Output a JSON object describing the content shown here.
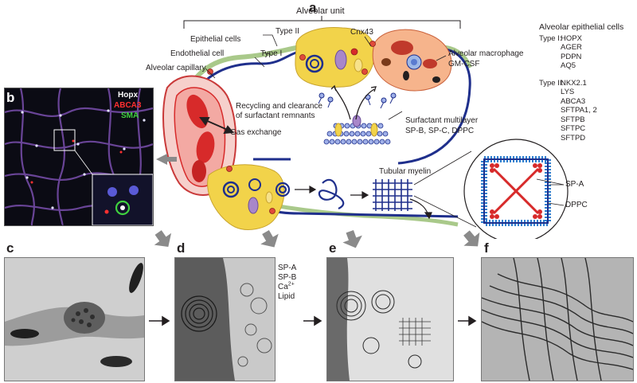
{
  "panels": {
    "a": "a",
    "b": "b",
    "c": "c",
    "d": "d",
    "e": "e",
    "f": "f"
  },
  "diagram": {
    "alveolar_unit": "Alveolar unit",
    "type_ii": "Type II",
    "epithelial_cells": "Epithelial cells",
    "type_i": "Type I",
    "endothelial_cell": "Endothelial cell",
    "alveolar_capillary": "Alveolar capillary",
    "cnx43": "Cnx43",
    "alveolar_macrophage": "Alveolar macrophage",
    "gm_csf": "GM-CSF",
    "recycling_line1": "Recycling and clearance",
    "recycling_line2": "of surfactant remnants",
    "gas_exchange": "Gas exchange",
    "surfactant_multilayer": "Surfactant multilayer",
    "surfactant_proteins": "SP-B, SP-C, DPPC",
    "tubular_myelin": "Tubular myelin",
    "sp_a": "SP-A",
    "dppc": "DPPC"
  },
  "markers": {
    "title": "Alveolar epithelial cells",
    "type_i_label": "Type I:",
    "type_i": [
      "HOPX",
      "AGER",
      "PDPN",
      "AQ5"
    ],
    "type_ii_label": "Type II:",
    "type_ii": [
      "NKX2.1",
      "LYS",
      "ABCA3",
      "SFTPA1, 2",
      "SFTPB",
      "SFTPC",
      "SFTPD"
    ]
  },
  "panel_b_legend": {
    "hopx": "Hopx",
    "abca3": "ABCA3",
    "sma": "SMA",
    "colors": {
      "hopx": "#ffffff",
      "abca3": "#ff3030",
      "sma": "#3fd13f"
    }
  },
  "panel_d_side": {
    "line1": "SP-A",
    "line2": "SP-B",
    "ca": "Ca",
    "ca_sup": "2+",
    "line4": "Lipid"
  },
  "colors": {
    "epithelium_blue": "#1f2f8c",
    "type_ii_cell": "#f2d34a",
    "macrophage": "#f6b48c",
    "capillary_red": "#d72a2a",
    "endothelial_green": "#a9c98a",
    "arrow_gray": "#8a8a8a"
  }
}
